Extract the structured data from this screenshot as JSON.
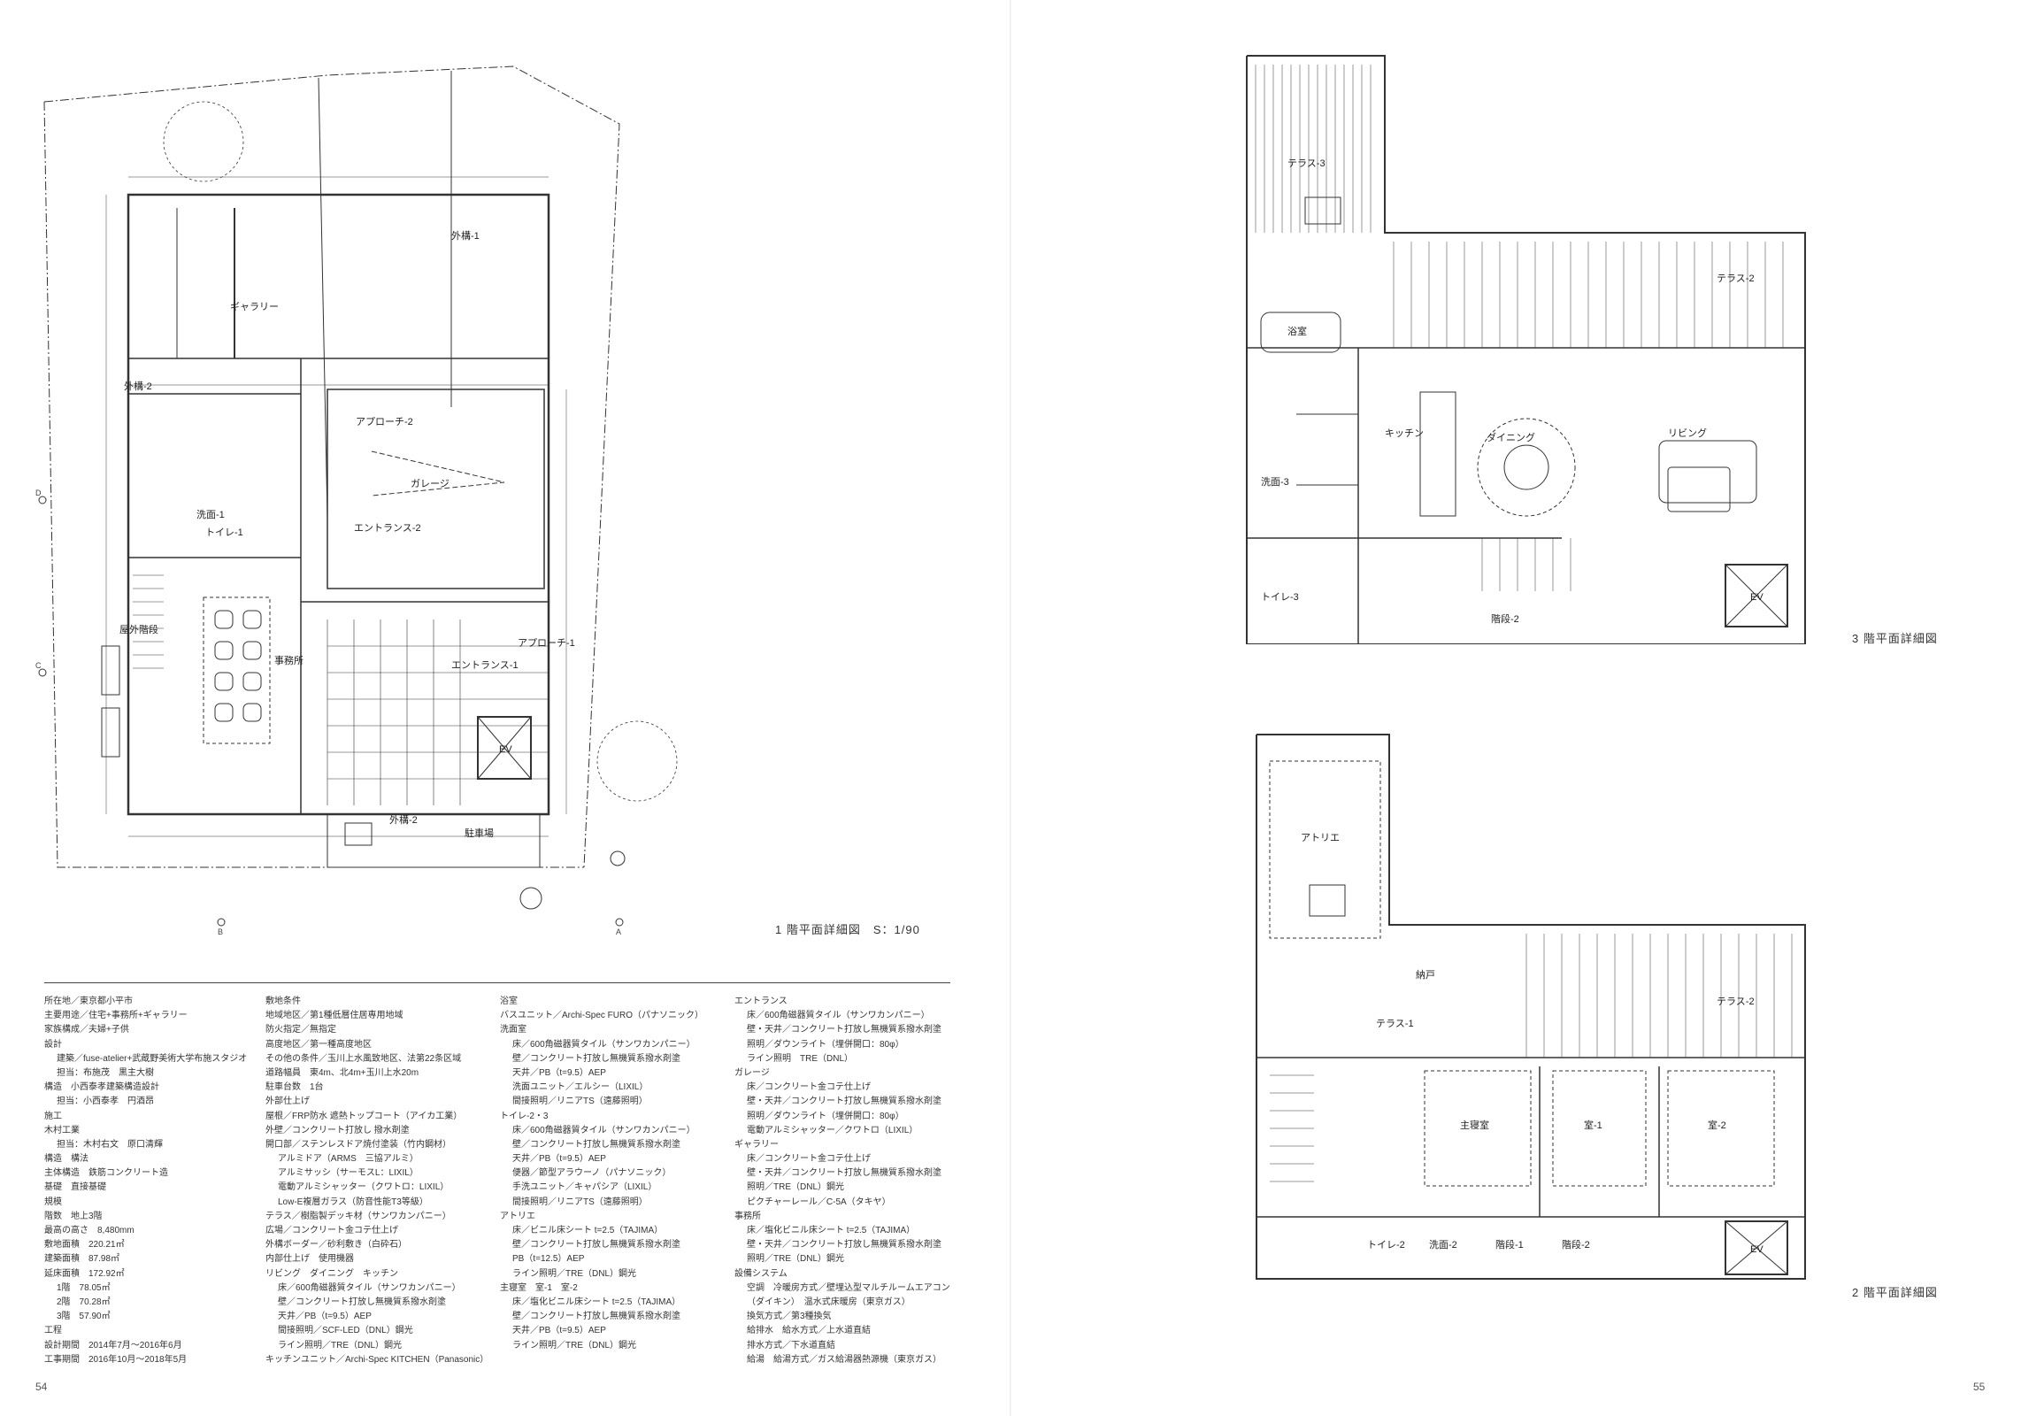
{
  "page": {
    "left_number": "54",
    "right_number": "55"
  },
  "plan1": {
    "caption": "1 階平面詳細図　S：1/90",
    "rooms": {
      "gallery": "ギャラリー",
      "gaiko1": "外構-1",
      "gaiko2_top": "外構-2",
      "approach2": "アプローチ-2",
      "garage": "ガレージ",
      "entrance2": "エントランス-2",
      "senmen1": "洗面-1",
      "toilet1": "トイレ-1",
      "outdoor_stair": "屋外階段",
      "office": "事務所",
      "entrance1": "エントランス-1",
      "approach1": "アプローチ-1",
      "ev": "EV",
      "gaiko2_bottom": "外構-2",
      "parking": "駐車場"
    },
    "markers": {
      "D": "D",
      "C": "C",
      "B": "B",
      "A": "A"
    }
  },
  "plan3": {
    "caption": "3 階平面詳細図",
    "rooms": {
      "terrace3": "テラス-3",
      "terrace2": "テラス-2",
      "bath": "浴室",
      "kitchen": "キッチン",
      "dining": "ダイニング",
      "living": "リビング",
      "senmen3": "洗面-3",
      "toilet3": "トイレ-3",
      "stair2": "階段-2",
      "ev": "EV"
    }
  },
  "plan2": {
    "caption": "2 階平面詳細図",
    "rooms": {
      "atelier": "アトリエ",
      "nando": "納戸",
      "terrace1": "テラス-1",
      "terrace2": "テラス-2",
      "master": "主寝室",
      "room1": "室-1",
      "room2": "室-2",
      "toilet2": "トイレ-2",
      "senmen2": "洗面-2",
      "stair1": "階段-1",
      "stair2": "階段-2",
      "ev": "EV"
    }
  },
  "specs": {
    "col1": [
      "所在地／東京都小平市",
      "主要用途／住宅+事務所+ギャラリー",
      "家族構成／夫婦+子供",
      "設計",
      "建築／fuse-atelier+武蔵野美術大学布施スタジオ",
      "担当：布施茂　黒主大樹",
      "構造　小西泰孝建築構造設計",
      "担当：小西泰孝　円酒昂",
      "施工",
      "木村工業",
      "担当：木村右文　原口清輝",
      "構造　構法",
      "主体構造　鉄筋コンクリート造",
      "基礎　直接基礎",
      "規模",
      "階数　地上3階",
      "最高の高さ　8,480mm",
      "敷地面積　220.21㎡",
      "建築面積　87.98㎡",
      "延床面積　172.92㎡",
      "1階　78.05㎡",
      "2階　70.28㎡",
      "3階　57.90㎡",
      "工程",
      "設計期間　2014年7月〜2016年6月",
      "工事期間　2016年10月〜2018年5月"
    ],
    "col2": [
      "敷地条件",
      "地域地区／第1種低層住居専用地域",
      "防火指定／無指定",
      "高度地区／第一種高度地区",
      "その他の条件／玉川上水風致地区、法第22条区域",
      "道路幅員　東4m、北4m+玉川上水20m",
      "駐車台数　1台",
      "外部仕上げ",
      "屋根／FRP防水 遮熱トップコート（アイカ工業）",
      "外壁／コンクリート打放し 撥水剤塗",
      "開口部／ステンレスドア焼付塗装（竹内鋼材）",
      "アルミドア（ARMS　三協アルミ）",
      "アルミサッシ（サーモスL：LIXIL）",
      "電動アルミシャッター（クワトロ：LIXIL）",
      "Low-E複層ガラス（防音性能T3等級）",
      "テラス／樹脂製デッキ材（サンワカンパニー）",
      "広場／コンクリート金コテ仕上げ",
      "外構ボーダー／砂利敷き（白砕石）",
      "内部仕上げ　使用機器",
      "リビング　ダイニング　キッチン",
      "床／600角磁器質タイル（サンワカンパニー）",
      "壁／コンクリート打放し無機質系撥水剤塗",
      "天井／PB（t=9.5）AEP",
      "間接照明／SCF-LED（DNL）鋼光",
      "ライン照明／TRE（DNL）鋼光",
      "キッチンユニット／Archi-Spec KITCHEN（Panasonic）"
    ],
    "col3": [
      "浴室",
      "バスユニット／Archi-Spec FURO（パナソニック）",
      "洗面室",
      "床／600角磁器質タイル（サンワカンパニー）",
      "壁／コンクリート打放し無機質系撥水剤塗",
      "天井／PB（t=9.5）AEP",
      "洗面ユニット／エルシー（LIXIL）",
      "間接照明／リニアTS（遠藤照明）",
      "トイレ-2・3",
      "床／600角磁器質タイル（サンワカンパニー）",
      "壁／コンクリート打放し無機質系撥水剤塗",
      "天井／PB（t=9.5）AEP",
      "便器／節型アラウーノ（パナソニック）",
      "手洗ユニット／キャパシア（LIXIL）",
      "間接照明／リニアTS（遠藤照明）",
      "アトリエ",
      "床／ビニル床シート t=2.5（TAJIMA）",
      "壁／コンクリート打放し無機質系撥水剤塗",
      "PB（t=12.5）AEP",
      "ライン照明／TRE（DNL）鋼光",
      "主寝室　室-1　室-2",
      "床／塩化ビニル床シート t=2.5（TAJIMA）",
      "壁／コンクリート打放し無機質系撥水剤塗",
      "天井／PB（t=9.5）AEP",
      "ライン照明／TRE（DNL）鋼光"
    ],
    "col4": [
      "エントランス",
      "床／600角磁器質タイル（サンワカンパニー）",
      "壁・天井／コンクリート打放し無機質系撥水剤塗",
      "照明／ダウンライト（埋併開口：80φ）",
      "ライン照明　TRE（DNL）",
      "ガレージ",
      "床／コンクリート金コテ仕上げ",
      "壁・天井／コンクリート打放し無機質系撥水剤塗",
      "照明／ダウンライト（埋併開口：80φ）",
      "電動アルミシャッター／クワトロ（LIXIL）",
      "ギャラリー",
      "床／コンクリート金コテ仕上げ",
      "壁・天井／コンクリート打放し無機質系撥水剤塗",
      "照明／TRE（DNL）鋼光",
      "ピクチャーレール／C-5A（タキヤ）",
      "事務所",
      "床／塩化ビニル床シート t=2.5（TAJIMA）",
      "壁・天井／コンクリート打放し無機質系撥水剤塗",
      "照明／TRE（DNL）鋼光",
      "設備システム",
      "空調　冷暖房方式／壁埋込型マルチルームエアコン",
      "（ダイキン）　温水式床暖房（東京ガス）",
      "換気方式／第3種換気",
      "給排水　給水方式／上水道直結",
      "排水方式／下水道直結",
      "給湯　給湯方式／ガス給湯器熱源機（東京ガス）"
    ]
  }
}
